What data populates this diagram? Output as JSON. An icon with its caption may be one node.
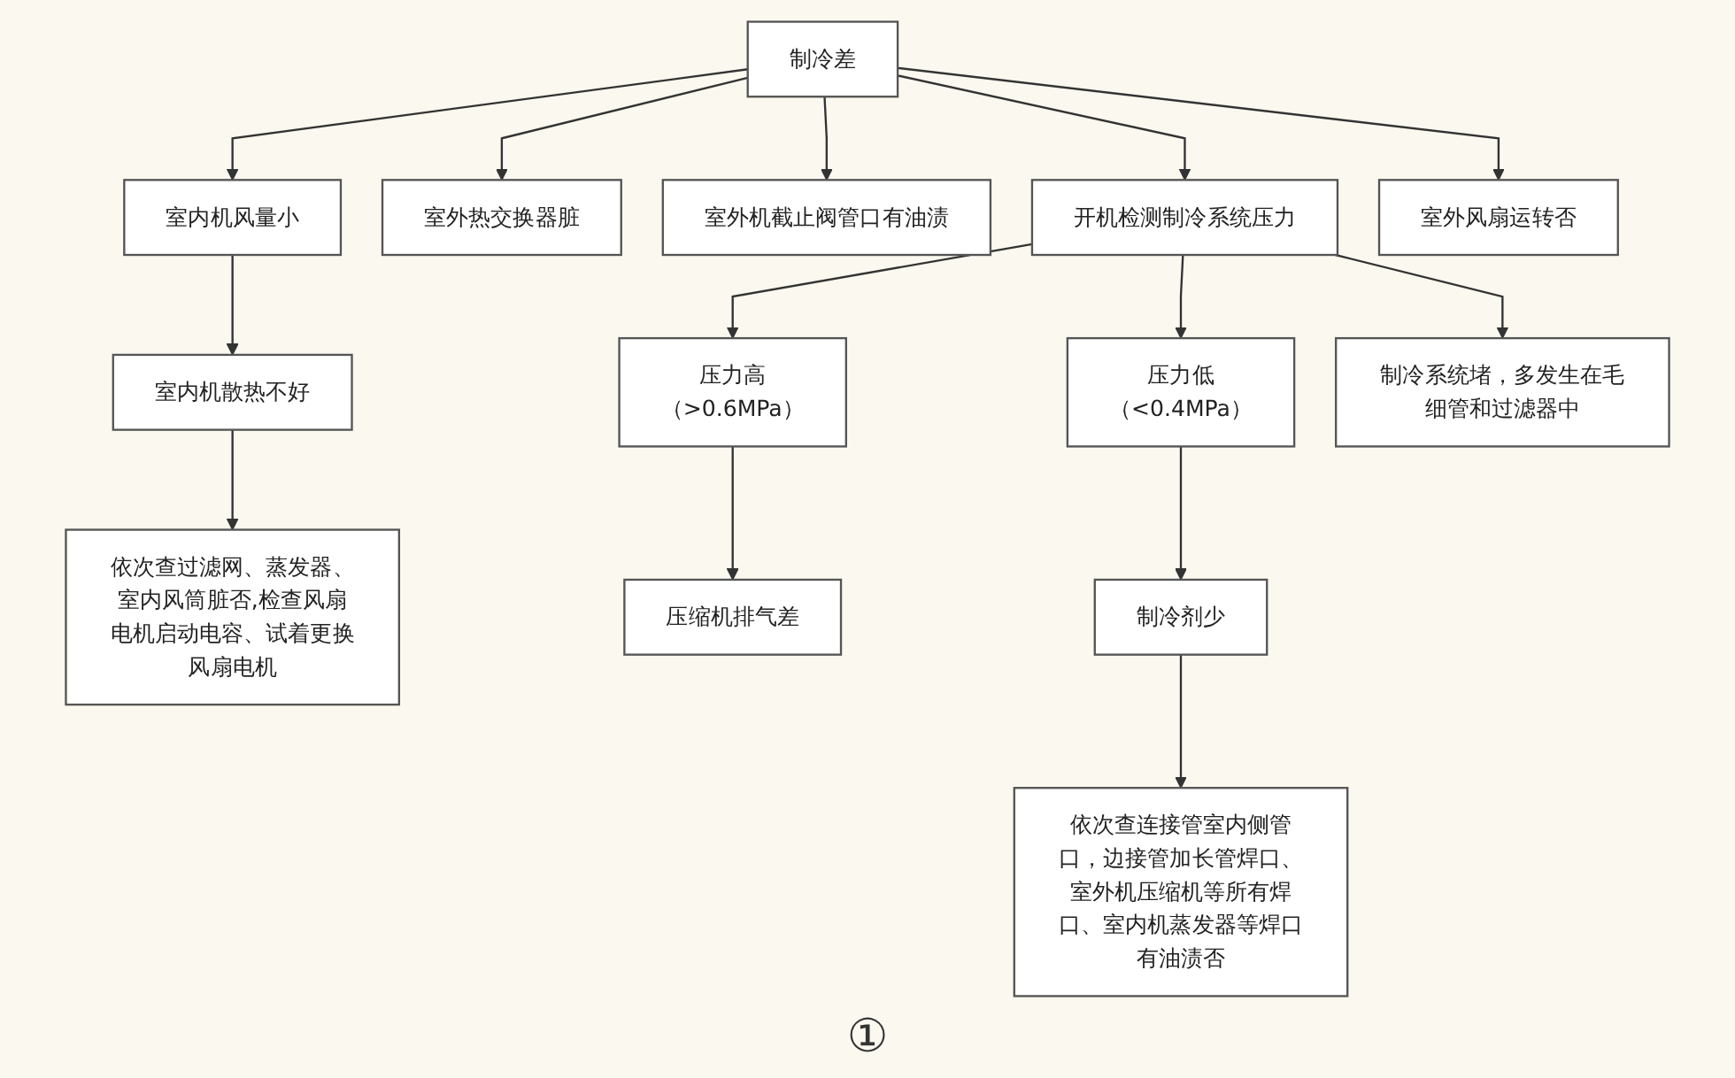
{
  "diagram": {
    "nodes": [
      {
        "text": [
          "制冷差"
        ]
      },
      {
        "text": [
          "室内机风量小"
        ]
      },
      {
        "text": [
          "室外热交换器脏"
        ]
      },
      {
        "text": [
          "室外机截止阀管口有油渍"
        ]
      },
      {
        "text": [
          "开机检测制冷系统压力"
        ]
      },
      {
        "text": [
          "室内机散热不好"
        ]
      },
      {
        "text": [
          "压力高",
          "（>0.6MPa）"
        ]
      },
      {
        "text": [
          "压力低",
          "（<0.4MPa）"
        ]
      },
      {
        "text": [
          "室外风扇运转否"
        ]
      },
      {
        "text": [
          "依次查过滤网、蒸发器、室内风筒脏否,检查风扇电机启动电容、试着更换风扇电机"
        ]
      },
      {
        "text": [
          "制冷系统堵，多发生在毛细管和过滤器中"
        ]
      },
      {
        "text": [
          "压缩机排气差"
        ]
      },
      {
        "text": [
          "制冷剂少"
        ]
      },
      {
        "text": [
          "依次查连接管室内侧管口，边接管加长管焊口、室外机压缩机等所有焊口、室内机蒸发器等焊口有油渍否"
        ]
      }
    ],
    "edges": [
      {
        "from": 0,
        "to": 1,
        "arrow": "to"
      },
      {
        "from": 0,
        "to": 2,
        "arrow": "to"
      },
      {
        "from": 0,
        "to": 3,
        "arrow": "to"
      },
      {
        "from": 0,
        "to": 4,
        "arrow": "to"
      },
      {
        "from": 0,
        "to": 8,
        "arrow": "to"
      },
      {
        "from": 1,
        "to": 5,
        "arrow": "to"
      },
      {
        "from": 5,
        "to": 9,
        "arrow": "to"
      },
      {
        "from": 4,
        "to": 6,
        "arrow": "to"
      },
      {
        "from": 4,
        "to": 7,
        "arrow": "to"
      },
      {
        "from": 4,
        "to": 10,
        "arrow": "to"
      },
      {
        "from": 6,
        "to": 11,
        "arrow": "to"
      },
      {
        "from": 7,
        "to": 12,
        "arrow": "to"
      },
      {
        "from": 12,
        "to": 13,
        "arrow": "to"
      }
    ],
    "labels": [
      "①"
    ]
  }
}
